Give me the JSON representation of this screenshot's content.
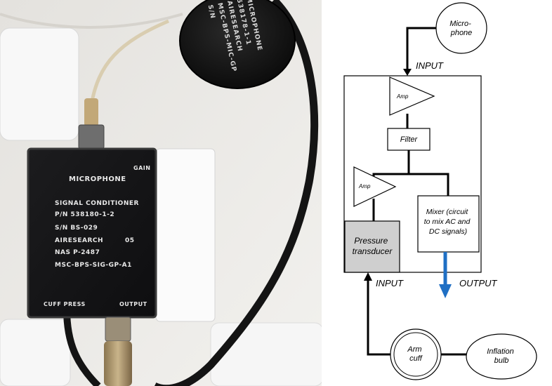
{
  "photo": {
    "conditioner_label": {
      "title": "MICROPHONE",
      "line1": "SIGNAL CONDITIONER",
      "pn": "P/N   538180-1-2",
      "sn": "S/N   BS-029",
      "maker": "AIRESEARCH",
      "lot": "05",
      "nas": "NAS   P-2487",
      "msc": "MSC-BPS-SIG-GP-A1",
      "gain": "GAIN",
      "cuff": "CUFF PRESS",
      "output": "OUTPUT"
    },
    "microphone_label": {
      "line1": "MICROPHONE",
      "line2": "538178-1-1",
      "line3": "AIRESEARCH",
      "line4": "MSC-BPS-MIC-GP",
      "line5": "S/N"
    }
  },
  "diagram": {
    "microphone": "Micro-\nphone",
    "input_top": "INPUT",
    "amp1": "Amp",
    "filter": "Filter",
    "amp2": "Amp",
    "mixer": "Mixer (circuit\nto mix AC and\nDC signals)",
    "pressure": "Pressure\ntransducer",
    "input_bottom": "INPUT",
    "output": "OUTPUT",
    "arm_cuff": "Arm\ncuff",
    "inflation_bulb": "Inflation\nbulb",
    "colors": {
      "output_arrow": "#1f6fc4",
      "pressure_fill": "#cfcfcf"
    }
  }
}
